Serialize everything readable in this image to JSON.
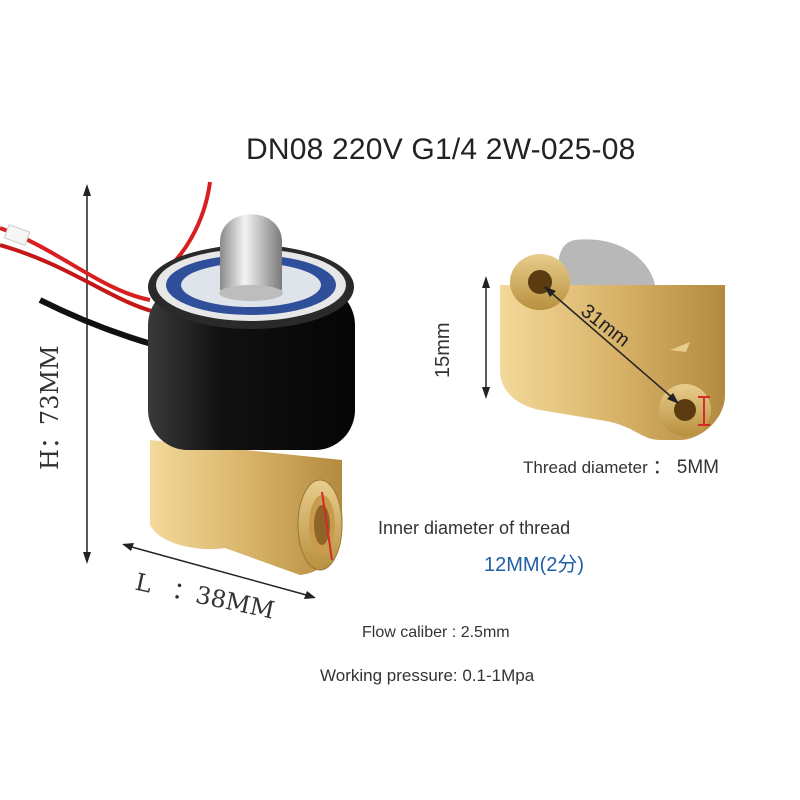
{
  "title": "DN08 220V G1/4 2W-025-08",
  "dimensions": {
    "height": "H：73MM",
    "length_prefix": "L",
    "length_value": "：38MM",
    "hole_spacing": "31mm",
    "port_height": "15mm"
  },
  "specs": {
    "thread_diameter_label": "Thread diameter",
    "thread_diameter_value": "：  5MM",
    "inner_thread_label": "Inner diameter of thread",
    "inner_thread_value": "12MM(2分)",
    "flow_caliber": "Flow caliber : 2.5mm",
    "working_pressure": "Working pressure: 0.1-1Mpa"
  },
  "colors": {
    "accent": "#1f5fa8",
    "brass": "#d9b46a",
    "coil": "#1a1a1a",
    "wire_red": "#d82020",
    "dimension_red": "#d42a2a"
  }
}
